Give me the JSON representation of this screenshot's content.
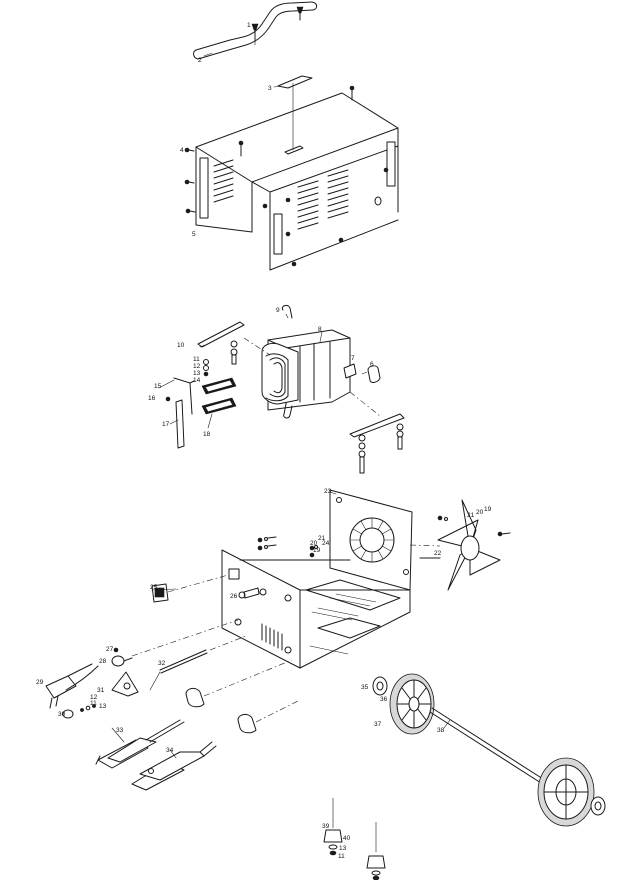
{
  "part_labels": [
    {
      "id": "p1",
      "text": "1"
    },
    {
      "id": "p2",
      "text": "2"
    },
    {
      "id": "p3",
      "text": "3"
    },
    {
      "id": "p4",
      "text": "4"
    },
    {
      "id": "p5",
      "text": "5"
    },
    {
      "id": "p6",
      "text": "6"
    },
    {
      "id": "p7",
      "text": "7"
    },
    {
      "id": "p8",
      "text": "8"
    },
    {
      "id": "p9",
      "text": "9"
    },
    {
      "id": "p10",
      "text": "10"
    },
    {
      "id": "p11a",
      "text": "11"
    },
    {
      "id": "p12a",
      "text": "12"
    },
    {
      "id": "p13a",
      "text": "13"
    },
    {
      "id": "p14",
      "text": "14"
    },
    {
      "id": "p15",
      "text": "15"
    },
    {
      "id": "p16",
      "text": "16"
    },
    {
      "id": "p17",
      "text": "17"
    },
    {
      "id": "p18",
      "text": "18"
    },
    {
      "id": "p19a",
      "text": "19"
    },
    {
      "id": "p19b",
      "text": "19"
    },
    {
      "id": "p20a",
      "text": "20"
    },
    {
      "id": "p20b",
      "text": "20"
    },
    {
      "id": "p21a",
      "text": "21"
    },
    {
      "id": "p21b",
      "text": "21"
    },
    {
      "id": "p22",
      "text": "22"
    },
    {
      "id": "p23",
      "text": "23"
    },
    {
      "id": "p24",
      "text": "24"
    },
    {
      "id": "p25",
      "text": "25"
    },
    {
      "id": "p26",
      "text": "26"
    },
    {
      "id": "p27",
      "text": "27"
    },
    {
      "id": "p28",
      "text": "28"
    },
    {
      "id": "p29",
      "text": "29"
    },
    {
      "id": "p30",
      "text": "30"
    },
    {
      "id": "p31",
      "text": "31"
    },
    {
      "id": "p32",
      "text": "32"
    },
    {
      "id": "p33",
      "text": "33"
    },
    {
      "id": "p34",
      "text": "34"
    },
    {
      "id": "p35",
      "text": "35"
    },
    {
      "id": "p36",
      "text": "36"
    },
    {
      "id": "p37",
      "text": "37"
    },
    {
      "id": "p38",
      "text": "38"
    },
    {
      "id": "p39",
      "text": "39"
    },
    {
      "id": "p40",
      "text": "40"
    },
    {
      "id": "p11b",
      "text": "11"
    },
    {
      "id": "p12b",
      "text": "12"
    },
    {
      "id": "p13b",
      "text": "13"
    },
    {
      "id": "p11c",
      "text": "11"
    },
    {
      "id": "p13c",
      "text": "13"
    }
  ]
}
